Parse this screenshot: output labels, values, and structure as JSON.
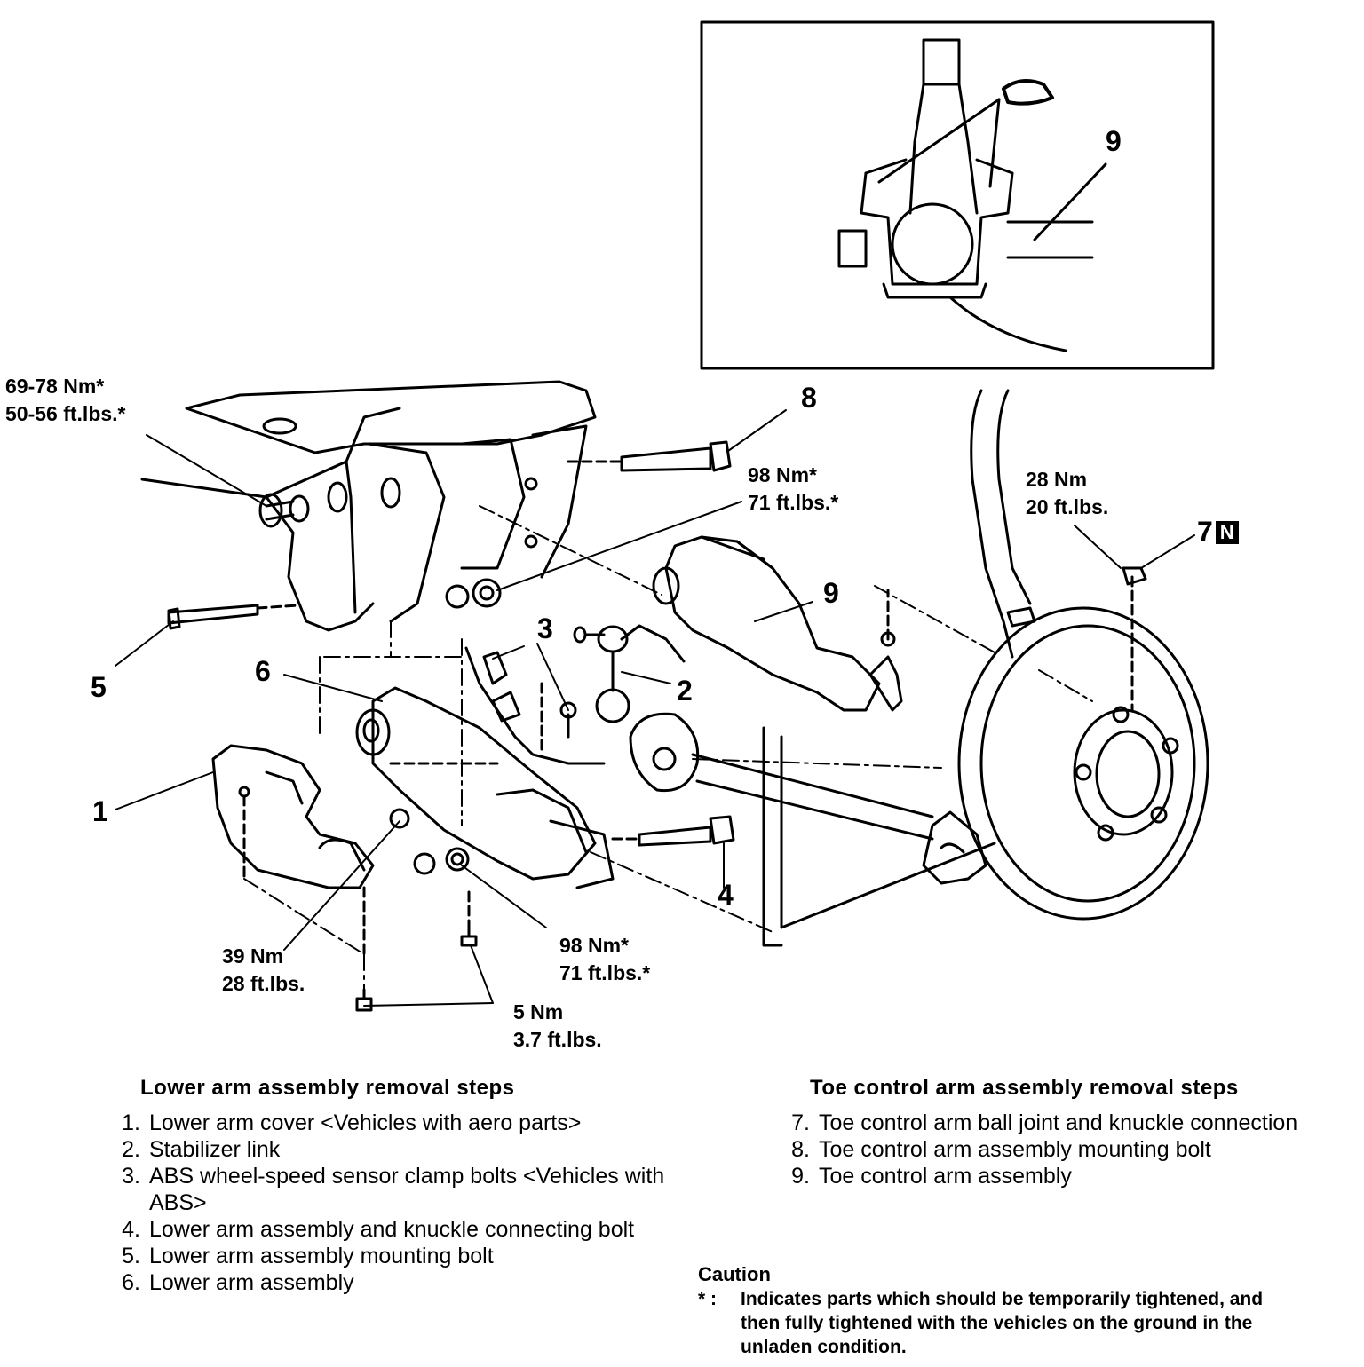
{
  "torque": {
    "t1": [
      "69-78 Nm*",
      "50-56 ft.lbs.*"
    ],
    "t2": [
      "98 Nm*",
      "71 ft.lbs.*"
    ],
    "t3": [
      "28 Nm",
      "20 ft.lbs."
    ],
    "t4": [
      "39 Nm",
      "28 ft.lbs."
    ],
    "t5": [
      "98 Nm*",
      "71 ft.lbs.*"
    ],
    "t6": [
      "5 Nm",
      "3.7 ft.lbs."
    ]
  },
  "callouts": {
    "c1": "1",
    "c2": "2",
    "c3": "3",
    "c4": "4",
    "c5": "5",
    "c6": "6",
    "c7": "7",
    "c8": "8",
    "c9a": "9",
    "c9b": "9",
    "new_badge": "N"
  },
  "lower_arm": {
    "heading": "Lower arm assembly removal steps",
    "steps": [
      {
        "n": "1.",
        "text": "Lower arm cover <Vehicles with aero parts>"
      },
      {
        "n": "2.",
        "text": "Stabilizer link"
      },
      {
        "n": "3.",
        "text": "ABS wheel-speed sensor clamp bolts <Vehicles with ABS>"
      },
      {
        "n": "4.",
        "text": "Lower arm assembly and knuckle connecting bolt"
      },
      {
        "n": "5.",
        "text": "Lower arm assembly mounting bolt"
      },
      {
        "n": "6.",
        "text": "Lower arm assembly"
      }
    ]
  },
  "toe_arm": {
    "heading": "Toe control arm assembly removal steps",
    "steps": [
      {
        "n": "7.",
        "text": "Toe control arm ball joint and knuckle connection"
      },
      {
        "n": "8.",
        "text": "Toe control arm assembly mounting bolt"
      },
      {
        "n": "9.",
        "text": "Toe control arm assembly"
      }
    ]
  },
  "caution": {
    "title": "Caution",
    "mark": "* :",
    "text": "Indicates parts which should be temporarily tightened, and then fully tightened with the vehicles on the ground in the unladen condition."
  }
}
